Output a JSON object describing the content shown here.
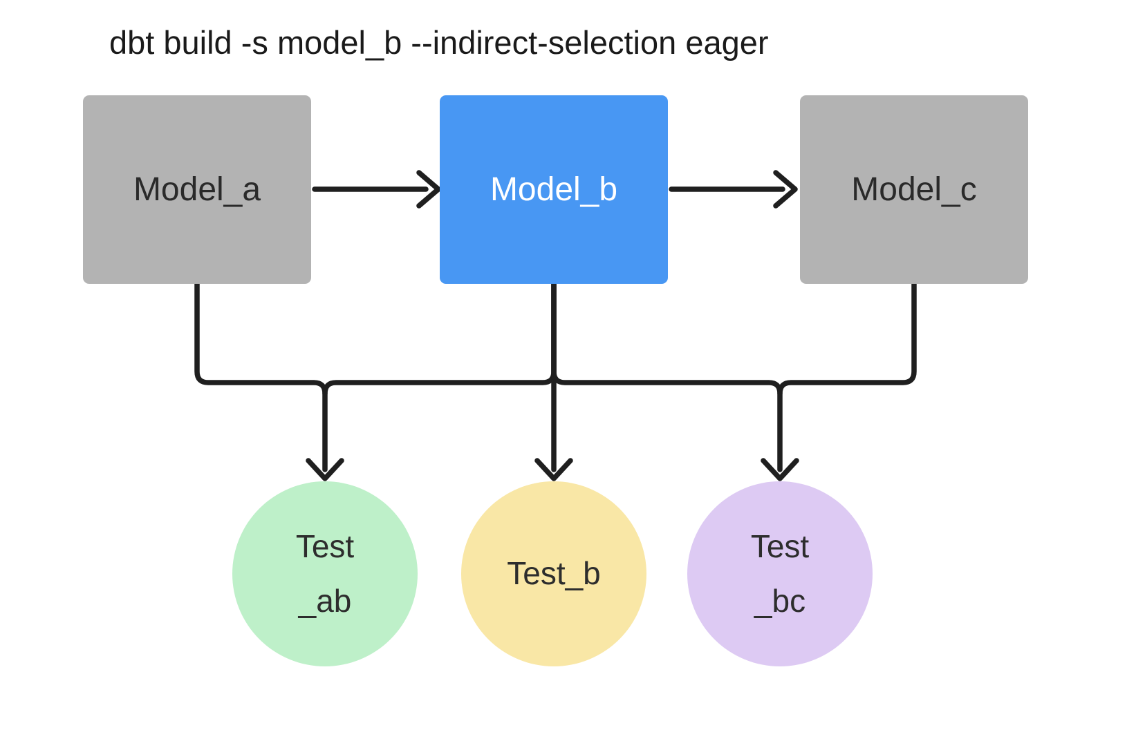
{
  "title": "dbt build -s model_b --indirect-selection eager",
  "colors": {
    "background": "#ffffff",
    "title_text": "#1a1a1a",
    "line": "#1f1f1f",
    "model_default": "#b3b3b3",
    "model_selected": "#4897f3",
    "model_text": "#2a2a2a",
    "model_selected_text": "#ffffff",
    "test_ab": "#bef0c9",
    "test_b": "#f9e7a6",
    "test_bc": "#ddcaf3",
    "test_text": "#2d2d2d"
  },
  "models": [
    {
      "id": "model_a",
      "label": "Model_a",
      "variant": "default"
    },
    {
      "id": "model_b",
      "label": "Model_b",
      "variant": "selected"
    },
    {
      "id": "model_c",
      "label": "Model_c",
      "variant": "default"
    }
  ],
  "tests": [
    {
      "id": "test_ab",
      "label": "Test\n_ab"
    },
    {
      "id": "test_b",
      "label": "Test_b"
    },
    {
      "id": "test_bc",
      "label": "Test\n_bc"
    }
  ],
  "edges": [
    {
      "from": "model_a",
      "to": "model_b"
    },
    {
      "from": "model_b",
      "to": "model_c"
    },
    {
      "from": "model_a",
      "to": "test_ab"
    },
    {
      "from": "model_b",
      "to": "test_ab"
    },
    {
      "from": "model_b",
      "to": "test_b"
    },
    {
      "from": "model_b",
      "to": "test_bc"
    },
    {
      "from": "model_c",
      "to": "test_bc"
    }
  ]
}
